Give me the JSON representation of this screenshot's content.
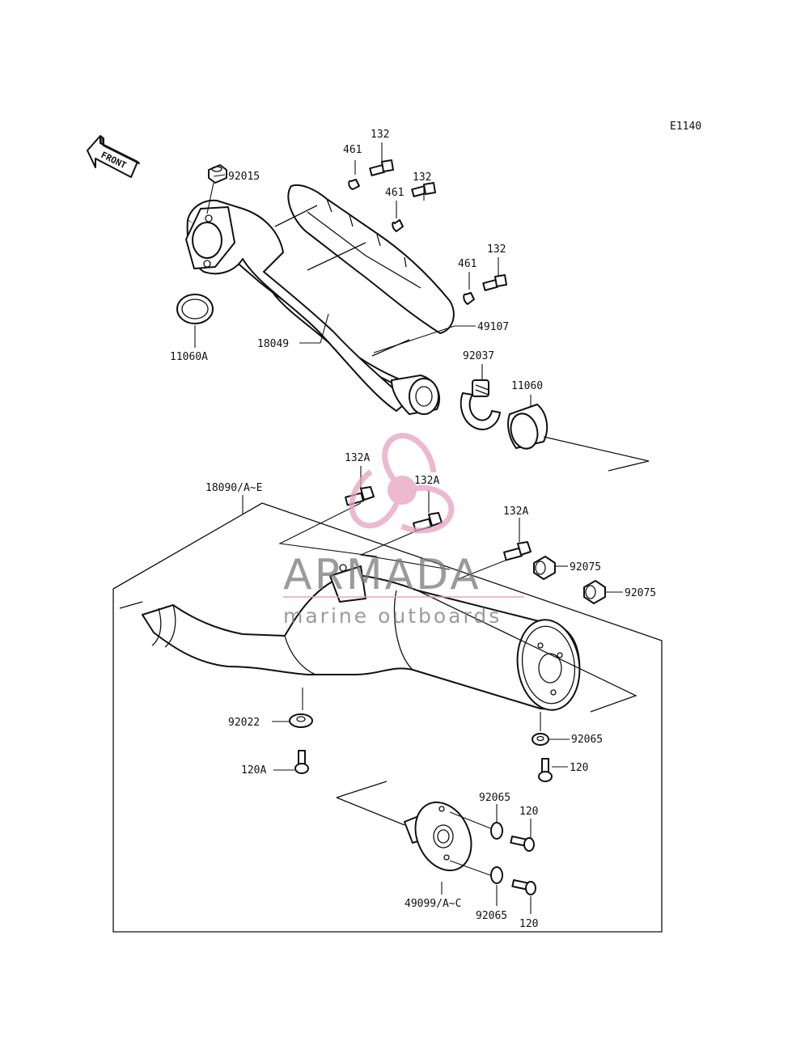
{
  "diagram_code": "E1140",
  "front_arrow_label": "FRONT",
  "labels": {
    "p92015": "92015",
    "p461_a": "461",
    "p132_a": "132",
    "p461_b": "461",
    "p132_b": "132",
    "p461_c": "461",
    "p132_c": "132",
    "p49107": "49107",
    "p11060A": "11060A",
    "p18049": "18049",
    "p92037": "92037",
    "p11060": "11060",
    "p132A_a": "132A",
    "p132A_b": "132A",
    "p132A_c": "132A",
    "p18090": "18090/A~E",
    "p92075_a": "92075",
    "p92075_b": "92075",
    "p92022": "92022",
    "p120A": "120A",
    "p92065_a": "92065",
    "p120_a": "120",
    "p92065_b": "92065",
    "p120_b": "120",
    "p49099": "49099/A~C",
    "p92065_c": "92065",
    "p120_c": "120"
  },
  "watermark": {
    "brand": "ARMADA",
    "tagline": "marine outboards",
    "accent_color": "#e6a2c0"
  }
}
